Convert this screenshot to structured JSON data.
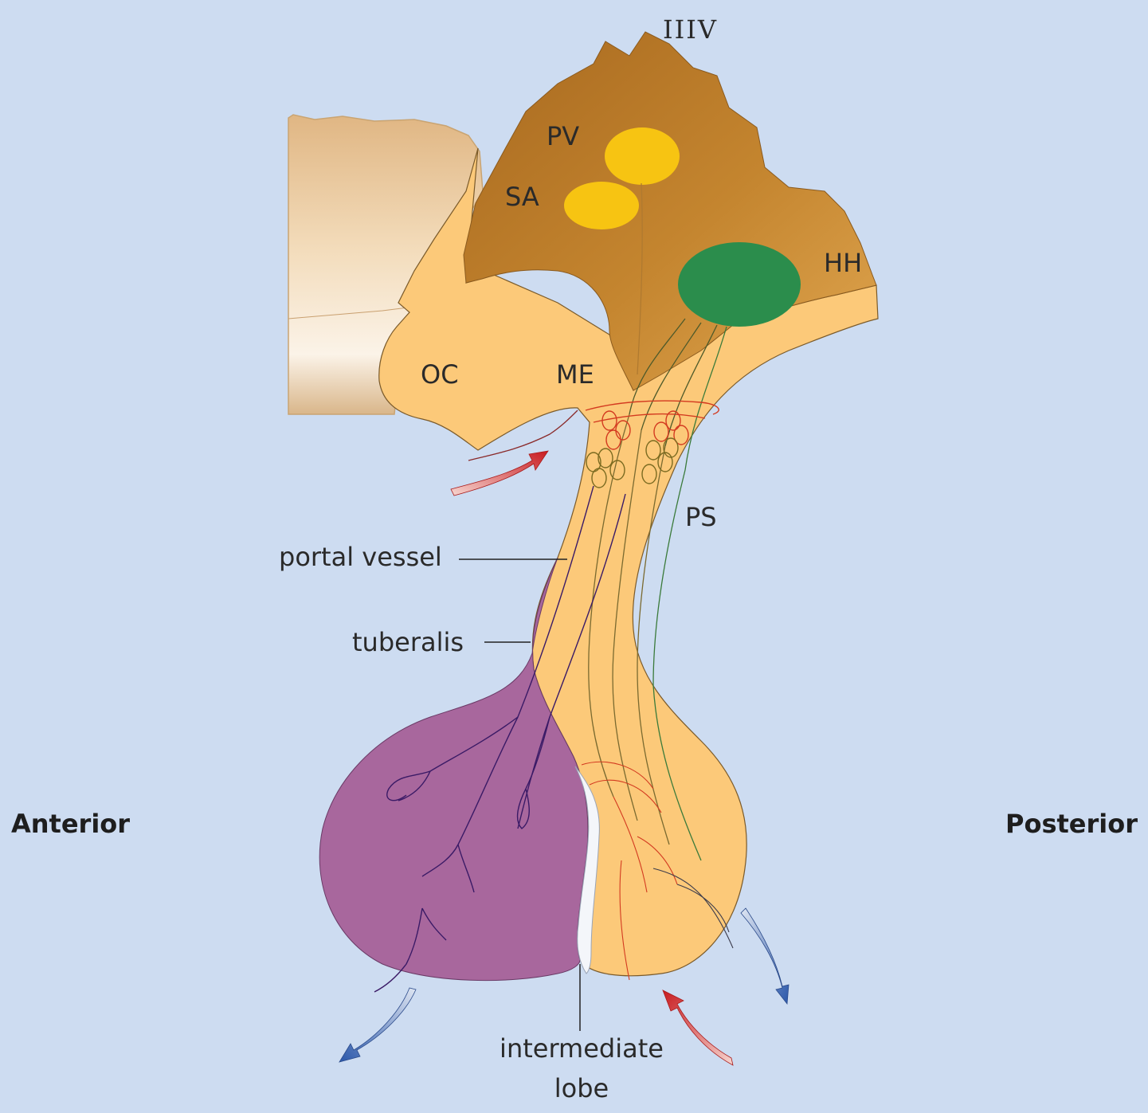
{
  "labels": {
    "third_ventricle": "IIIV",
    "paraventricular": "PV",
    "supraoptic": "SA",
    "hypothalamus": "HH",
    "optic_chiasm": "OC",
    "median_eminence": "ME",
    "pituitary_stalk": "PS",
    "portal_vessel": "portal vessel",
    "tuberalis": "tuberalis",
    "intermediate_line1": "intermediate",
    "intermediate_line2": "lobe",
    "anterior": "Anterior",
    "posterior": "Posterior"
  },
  "colors": {
    "background": "#cddcf1",
    "neural_tissue": "#fcc979",
    "hypothalamus_dark": "#b9792c",
    "anterior_lobe": "#a8679d",
    "nucleus_yellow": "#f7c412",
    "nucleus_green": "#2b8d4c",
    "arterial_arrow": "#d21f25",
    "venous_arrow": "#3866b4"
  }
}
